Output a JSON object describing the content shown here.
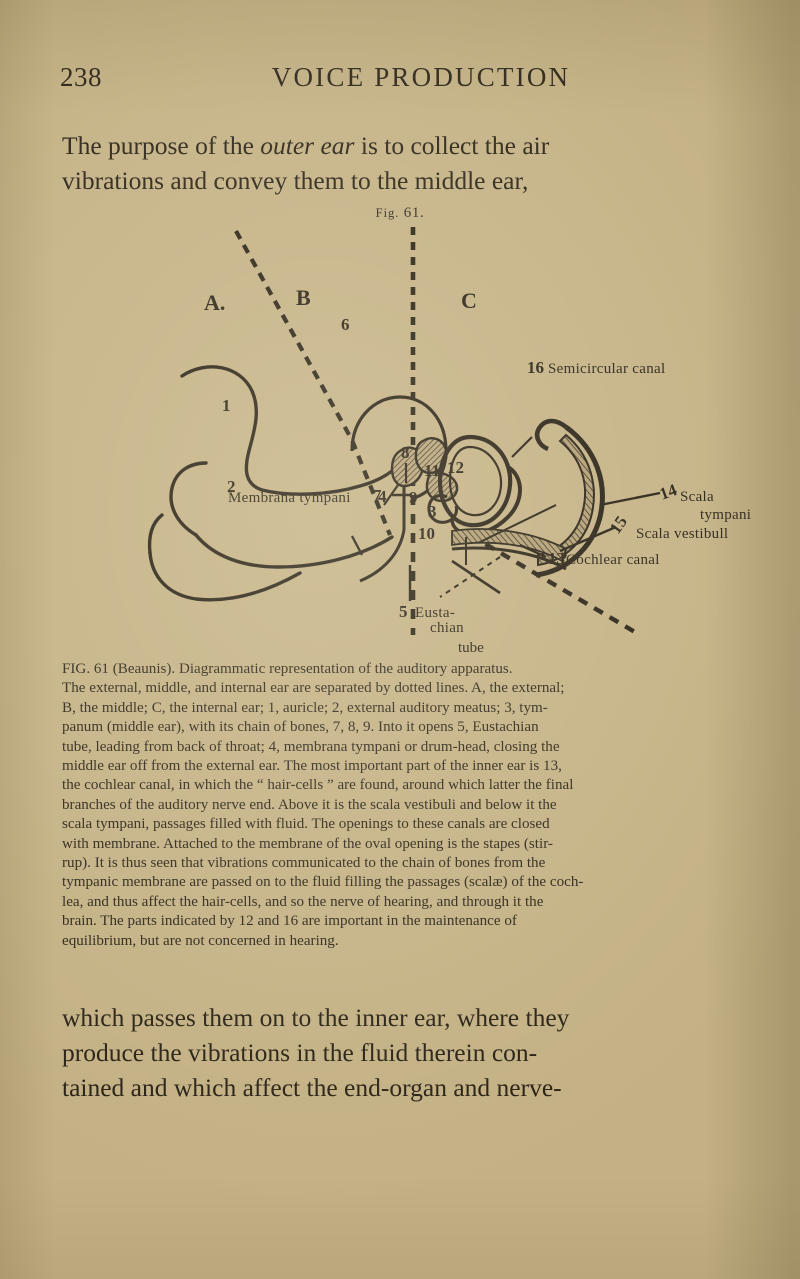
{
  "page": {
    "folio": "238",
    "running_title": "VOICE PRODUCTION",
    "background_color": "#c3b084",
    "ink_color": "#272014"
  },
  "lead_paragraph": {
    "lines": [
      {
        "pre": "The purpose of the ",
        "italic": "outer ear",
        "post": " is to collect the air"
      },
      {
        "pre": "vibrations and convey them to the middle ear,",
        "italic": "",
        "post": ""
      }
    ]
  },
  "figure": {
    "number_label_small": "Fig.",
    "number_label": "61.",
    "sections": [
      {
        "id": "A",
        "label": "A."
      },
      {
        "id": "B",
        "label": "B"
      },
      {
        "id": "C",
        "label": "C"
      }
    ],
    "numbers": [
      {
        "id": "n1",
        "label": "1"
      },
      {
        "id": "n2",
        "label": "2"
      },
      {
        "id": "n3",
        "label": "3"
      },
      {
        "id": "n4",
        "label": "4"
      },
      {
        "id": "n5",
        "label": "5"
      },
      {
        "id": "n6",
        "label": "6"
      },
      {
        "id": "n7",
        "label": "7"
      },
      {
        "id": "n8",
        "label": "8"
      },
      {
        "id": "n9",
        "label": "9"
      },
      {
        "id": "n10",
        "label": "10"
      },
      {
        "id": "n11",
        "label": "11"
      },
      {
        "id": "n12",
        "label": "12"
      },
      {
        "id": "n13",
        "label": "13"
      },
      {
        "id": "n14",
        "label": "14"
      },
      {
        "id": "n15",
        "label": "15"
      },
      {
        "id": "n16",
        "label": "16"
      }
    ],
    "callouts": {
      "semicircular_canal": "Semicircular canal",
      "membrana_tympani": "Membrana tympani",
      "scala_tympani_line1": "Scala",
      "scala_tympani_line2": "tympani",
      "scala_vestibuli": "Scala vestibull",
      "cochlear_canal": "Cochlear canal",
      "eustachian_line1": "Eusta-",
      "eustachian_line2": "chian",
      "eustachian_line3": "tube"
    }
  },
  "caption": {
    "lines": [
      "FIG. 61 (Beaunis). Diagrammatic representation of the auditory apparatus.",
      "The external, middle, and internal ear are separated by dotted lines.  A, the external;",
      "B, the middle; C, the internal ear; 1, auricle; 2, external auditory meatus; 3, tym-",
      "panum (middle ear), with its chain of bones, 7, 8, 9.  Into it opens 5, Eustachian",
      "tube, leading from back of throat; 4, membrana tympani or drum-head, closing the",
      "middle ear off from the external ear.  The most important part of the inner ear is 13,",
      "the cochlear canal, in which the “ hair-cells ” are found, around which latter the final",
      "branches of the auditory nerve end.  Above it is the scala vestibuli and below it the",
      "scala tympani, passages filled with fluid.  The openings to these canals are closed",
      "with membrane.  Attached to the membrane of the oval opening is the stapes (stir-",
      "rup).  It is thus seen that vibrations communicated to the chain of bones from the",
      "tympanic membrane are passed on to the fluid filling the passages (scalæ) of the coch-",
      "lea, and thus affect the hair-cells, and so the nerve of hearing, and through it the",
      "brain.  The parts indicated by 12 and 16 are important in the maintenance of",
      "equilibrium, but are not concerned in hearing."
    ]
  },
  "tail_paragraph": {
    "lines": [
      "which passes them on to the inner ear, where they",
      "produce the vibrations in the fluid therein con-",
      "tained and which affect the end-organ and nerve-"
    ]
  }
}
